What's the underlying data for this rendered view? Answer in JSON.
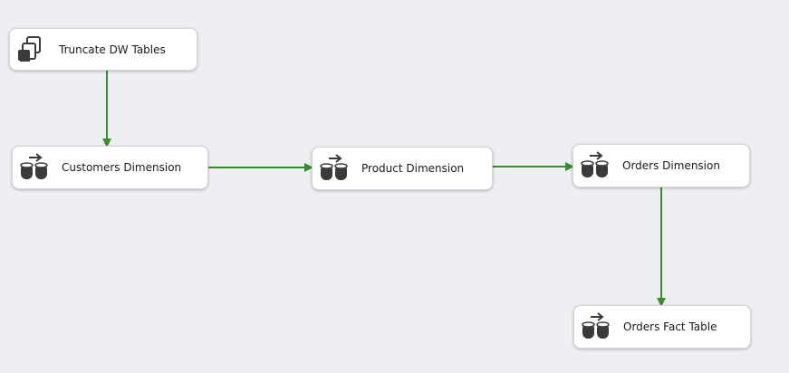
{
  "canvas": {
    "background": "#eeeff2",
    "connector_color": "#3a8a2e"
  },
  "tasks": [
    {
      "id": "truncate",
      "label": "Truncate DW Tables",
      "icon": "execute-sql-task-icon"
    },
    {
      "id": "customers",
      "label": "Customers Dimension",
      "icon": "data-flow-task-icon"
    },
    {
      "id": "product",
      "label": "Product Dimension",
      "icon": "data-flow-task-icon"
    },
    {
      "id": "orders",
      "label": "Orders Dimension",
      "icon": "data-flow-task-icon"
    },
    {
      "id": "ordersfact",
      "label": "Orders Fact Table",
      "icon": "data-flow-task-icon"
    }
  ],
  "constraints": [
    {
      "from": "truncate",
      "to": "customers",
      "type": "success"
    },
    {
      "from": "customers",
      "to": "product",
      "type": "success"
    },
    {
      "from": "product",
      "to": "orders",
      "type": "success"
    },
    {
      "from": "orders",
      "to": "ordersfact",
      "type": "success"
    }
  ]
}
